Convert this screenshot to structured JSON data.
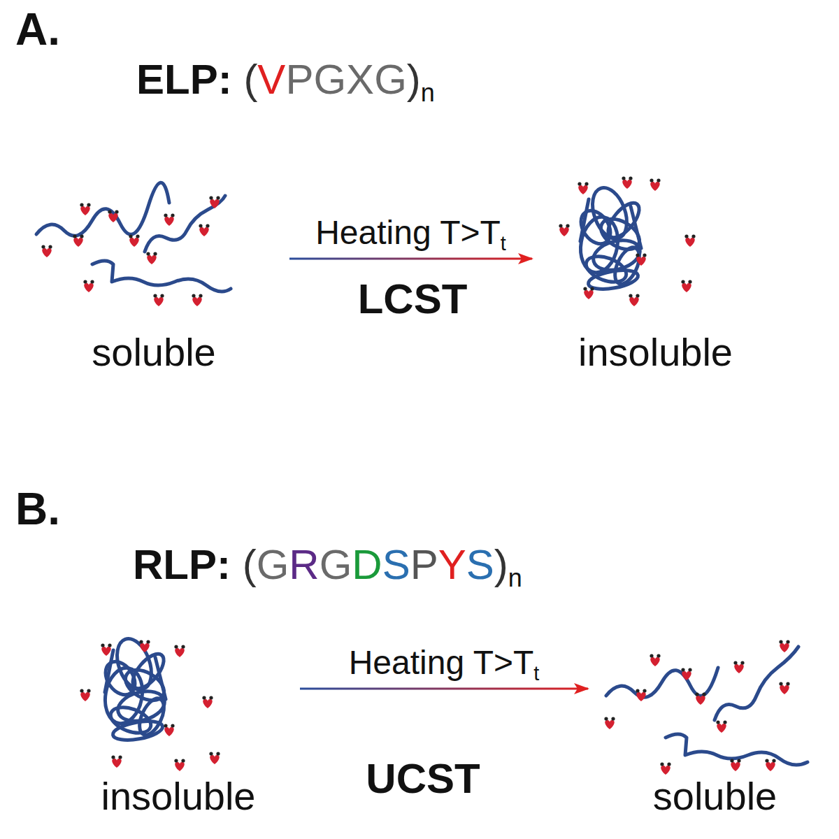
{
  "diagram": {
    "nodes": [
      {
        "text": [
          "soluble"
        ]
      },
      {
        "text": [
          "insoluble"
        ]
      },
      {
        "text": [
          "insoluble"
        ]
      },
      {
        "text": [
          "soluble"
        ]
      }
    ],
    "edges": [
      {
        "from": 0,
        "to": 1,
        "arrow": "to",
        "label": "Heating T>Tt"
      },
      {
        "from": 2,
        "to": 3,
        "arrow": "to",
        "label": "Heating T>Tt"
      }
    ],
    "labels": [
      "A.",
      "ELP: (VPGXG)n",
      "LCST",
      "B.",
      "RLP: (GRGDSPYS)n",
      "UCST"
    ]
  }
}
